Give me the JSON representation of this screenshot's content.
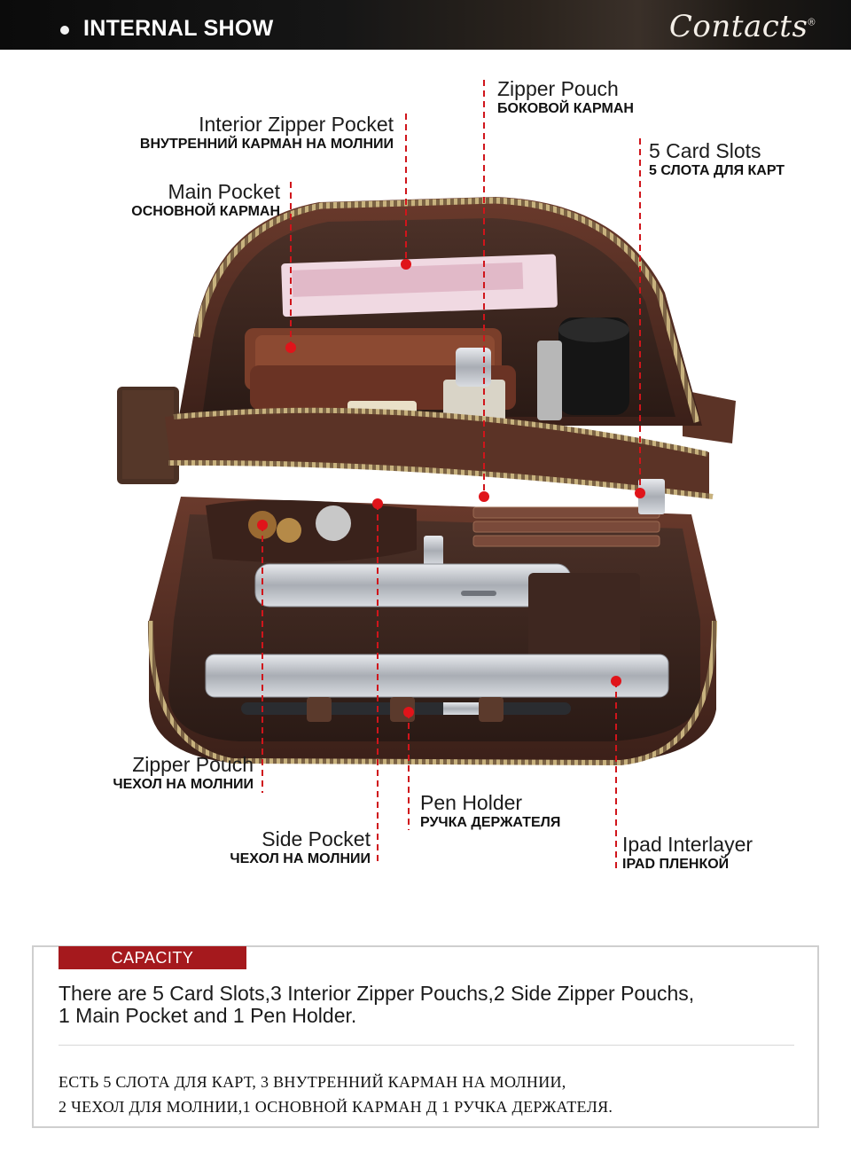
{
  "header": {
    "title": "INTERNAL SHOW",
    "brand": "Contacts",
    "brand_mark": "®"
  },
  "callouts": [
    {
      "en": "Interior Zipper Pocket",
      "ru": "ВНУТРЕННИЙ КАРМАН НА МОЛНИИ"
    },
    {
      "en": "Main Pocket",
      "ru": "ОСНОВНОЙ КАРМАН"
    },
    {
      "en": "Zipper Pouch",
      "ru": "БОКОВОЙ КАРМАН"
    },
    {
      "en": "5 Card Slots",
      "ru": "5 СЛОТА ДЛЯ КАРТ"
    },
    {
      "en": "Zipper Pouch",
      "ru": "ЧЕХОЛ НА МОЛНИИ"
    },
    {
      "en": "Side Pocket",
      "ru": "ЧЕХОЛ НА МОЛНИИ"
    },
    {
      "en": "Pen Holder",
      "ru": "РУЧКА ДЕРЖАТЕЛЯ"
    },
    {
      "en": "Ipad Interlayer",
      "ru": "IPAD ПЛЕНКОЙ"
    }
  ],
  "capacity": {
    "tab": "CAPACITY",
    "en_line1": "There are 5 Card Slots,3 Interior Zipper Pouchs,2 Side Zipper Pouchs,",
    "en_line2": "1 Main Pocket and 1 Pen Holder.",
    "ru_line1": "ЕСТЬ 5 СЛОТА ДЛЯ КАРТ, 3 ВНУТРЕННИЙ КАРМАН НА МОЛНИИ,",
    "ru_line2": "2 ЧЕХОЛ ДЛЯ МОЛНИИ,1 ОСНОВНОЙ КАРМАН Д 1 РУЧКА ДЕРЖАТЕЛЯ."
  },
  "colors": {
    "accent_red": "#a5191d",
    "callout_line": "#d0151b",
    "leather": "#4a2a20"
  }
}
